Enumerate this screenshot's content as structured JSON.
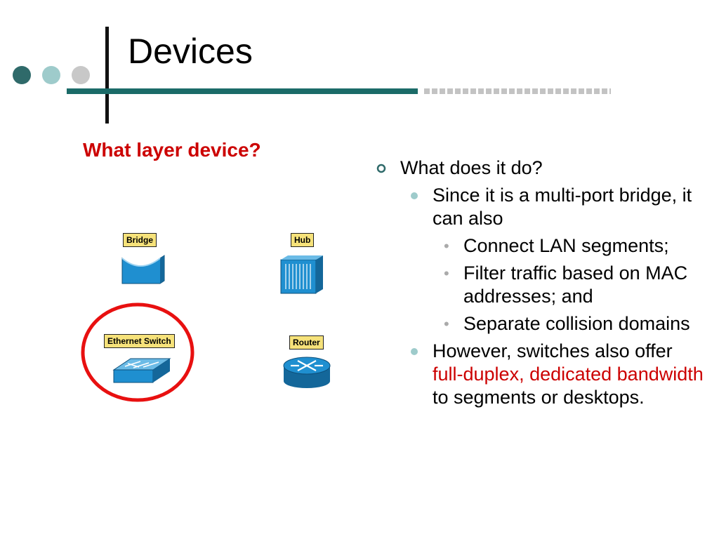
{
  "slide": {
    "title": "Devices",
    "question": "What layer device?"
  },
  "devices": {
    "bridge": "Bridge",
    "hub": "Hub",
    "switch": "Ethernet Switch",
    "router": "Router"
  },
  "bullets": {
    "b1": "What does it do?",
    "b1_1": "Since it is a multi-port bridge, it can also",
    "b1_1_1": "Connect LAN segments;",
    "b1_1_2": "Filter traffic based on MAC addresses; and",
    "b1_1_3": "Separate collision domains",
    "b1_2_a": "However, switches also offer ",
    "b1_2_red": "full-duplex, dedicated bandwidth",
    "b1_2_b": " to segments or desktops."
  },
  "colors": {
    "accent_teal": "#1b6b68",
    "highlight_red": "#cc0000",
    "device_blue": "#1f8fd0",
    "label_yellow": "#f6e27a"
  },
  "icons": [
    "bridge-icon",
    "hub-icon",
    "switch-icon",
    "router-icon",
    "highlight-circle"
  ]
}
